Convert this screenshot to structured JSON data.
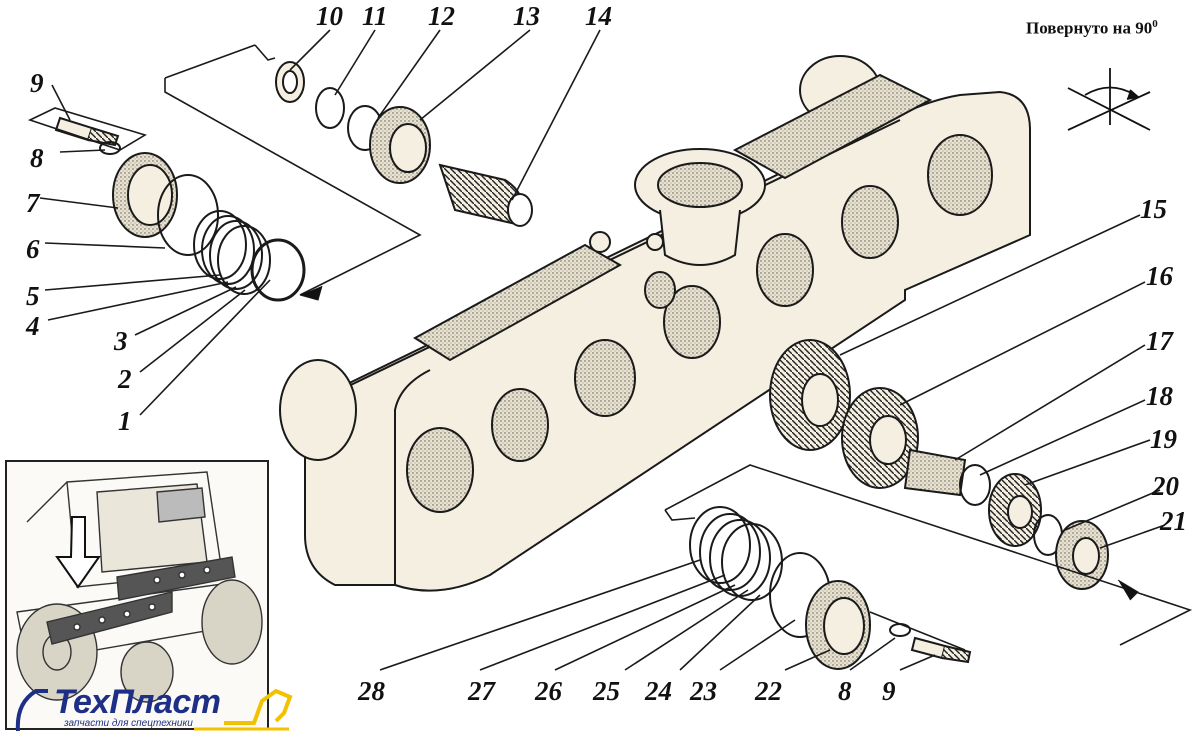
{
  "header": {
    "rotation_label": "Повернуто на 90",
    "rotation_degree_sign": "0"
  },
  "callouts": [
    "1",
    "2",
    "3",
    "4",
    "5",
    "6",
    "7",
    "8",
    "9",
    "10",
    "11",
    "12",
    "13",
    "14",
    "15",
    "16",
    "17",
    "18",
    "19",
    "20",
    "21",
    "22",
    "23",
    "24",
    "25",
    "26",
    "27",
    "28",
    "8",
    "9"
  ],
  "logo": {
    "name": "ТехПласт",
    "tagline": "запчасти для спецтехники"
  },
  "colors": {
    "housing_fill": "#f4efe0",
    "line": "#1a1a1a",
    "logo_blue": "#1d2f86",
    "logo_yellow": "#f2c200"
  },
  "icons": [
    "rotation-symbol-icon",
    "excavator-logo-icon",
    "down-arrow-icon"
  ]
}
